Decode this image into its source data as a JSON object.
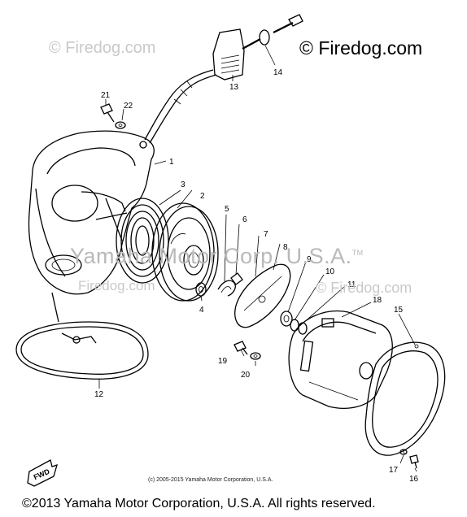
{
  "watermarks": {
    "top_left": "© Firedog.com",
    "top_right": "© Firedog.com",
    "center": "Yamaha Motor Corp. U.S.A.",
    "trademark": "TM",
    "center_right": "© Firedog.com",
    "center_left": "Firedog.com"
  },
  "fine_print": "(c) 2005-2015 Yamaha Motor Corporation, U.S.A.",
  "footer": "©2013 Yamaha Motor Corporation, U.S.A. All rights reserved.",
  "direction_label": "FWD",
  "callouts": [
    {
      "id": "callout-1",
      "label": "1"
    },
    {
      "id": "callout-2",
      "label": "2"
    },
    {
      "id": "callout-3",
      "label": "3"
    },
    {
      "id": "callout-4",
      "label": "4"
    },
    {
      "id": "callout-5",
      "label": "5"
    },
    {
      "id": "callout-6",
      "label": "6"
    },
    {
      "id": "callout-7",
      "label": "7"
    },
    {
      "id": "callout-8",
      "label": "8"
    },
    {
      "id": "callout-9",
      "label": "9"
    },
    {
      "id": "callout-10",
      "label": "10"
    },
    {
      "id": "callout-11",
      "label": "11"
    },
    {
      "id": "callout-12",
      "label": "12"
    },
    {
      "id": "callout-13",
      "label": "13"
    },
    {
      "id": "callout-14",
      "label": "14"
    },
    {
      "id": "callout-15",
      "label": "15"
    },
    {
      "id": "callout-16",
      "label": "16"
    },
    {
      "id": "callout-17",
      "label": "17"
    },
    {
      "id": "callout-18",
      "label": "18"
    },
    {
      "id": "callout-19",
      "label": "19"
    },
    {
      "id": "callout-20",
      "label": "20"
    },
    {
      "id": "callout-21",
      "label": "21"
    },
    {
      "id": "callout-22",
      "label": "22"
    }
  ]
}
